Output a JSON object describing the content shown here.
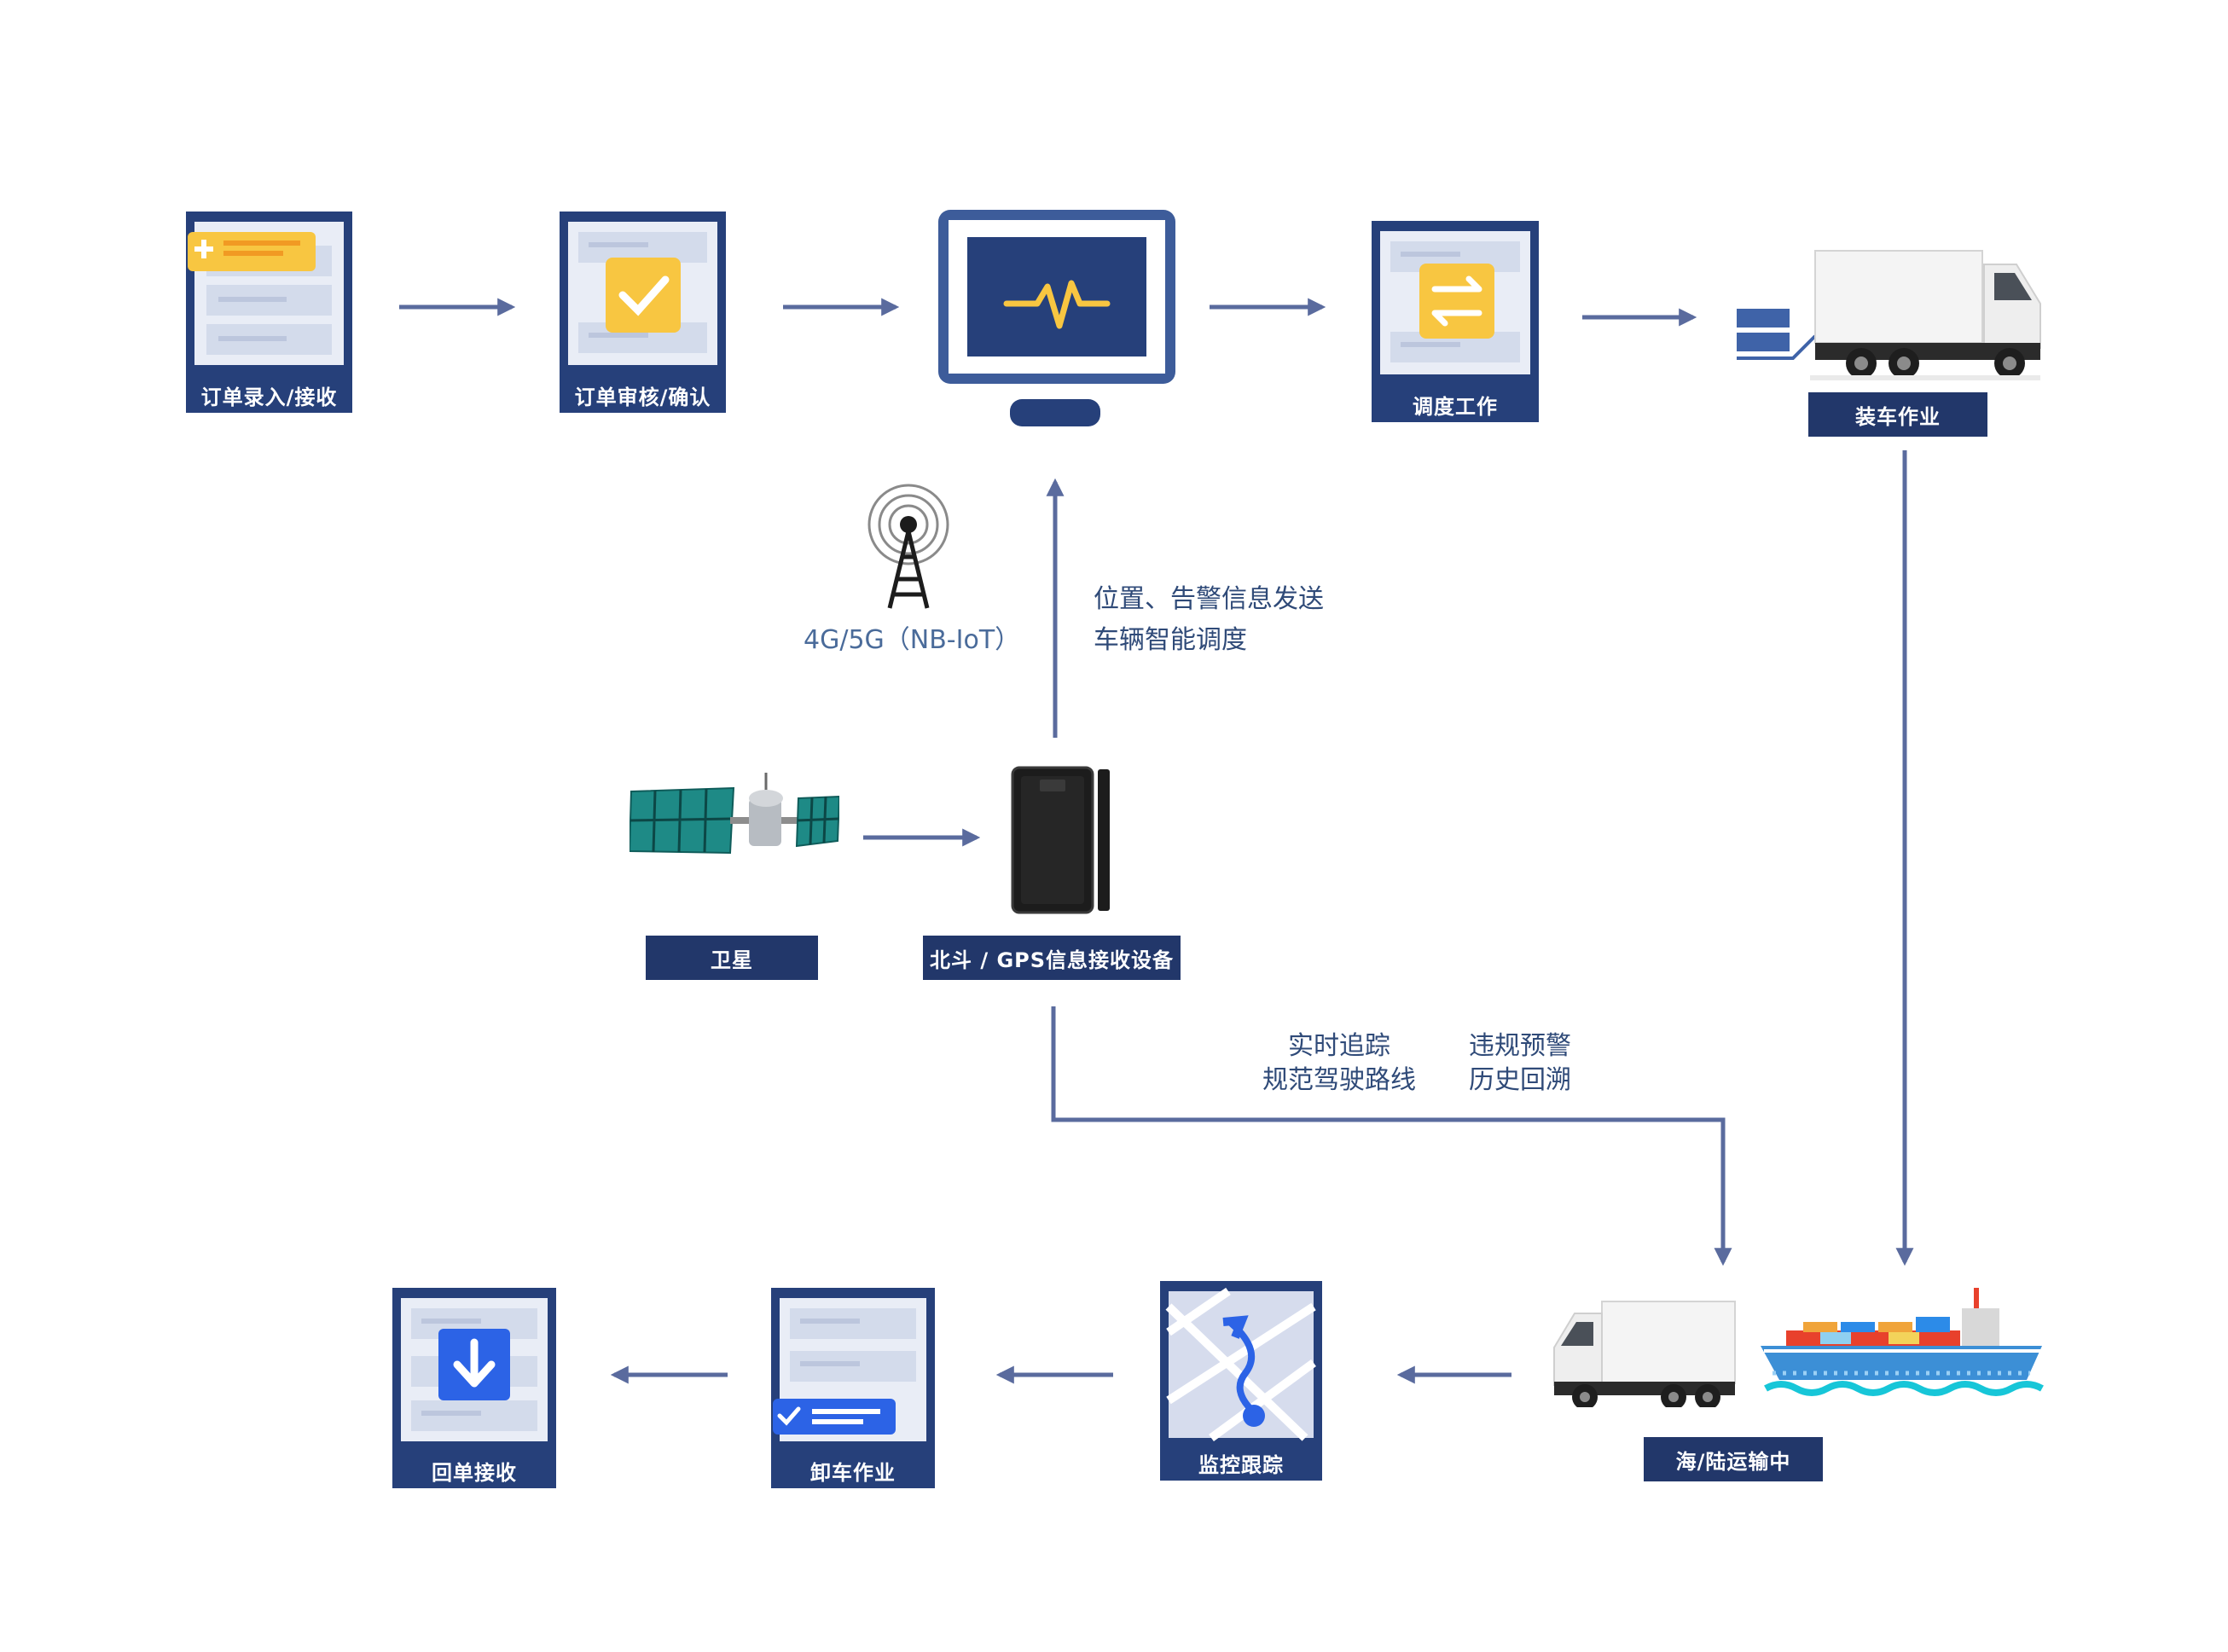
{
  "colors": {
    "arrow": "#5a6b9e",
    "card_frame": "#26407a",
    "label_bg": "#22376a",
    "accent_yellow": "#f8c641",
    "accent_blue": "#2c63e6",
    "monitor_frame": "#3d5c9a",
    "text": "#2f4a78"
  },
  "nodes": {
    "order_entry": {
      "label": "订单录入/接收",
      "icon": "add-doc-icon"
    },
    "order_review": {
      "label": "订单审核/确认",
      "icon": "check-doc-icon"
    },
    "platform": {
      "icon": "monitor-pulse-icon"
    },
    "dispatch": {
      "label": "调度工作",
      "icon": "swap-doc-icon"
    },
    "loading": {
      "label": "装车作业",
      "icon": "truck-icon"
    },
    "satellite": {
      "label": "卫星",
      "icon": "satellite-icon"
    },
    "receiver": {
      "label": "北斗 / GPS信息接收设备",
      "icon": "gps-device-icon"
    },
    "transit": {
      "label": "海/陆运输中",
      "icons": [
        "truck-icon",
        "cargo-ship-icon"
      ]
    },
    "monitoring": {
      "label": "监控跟踪",
      "icon": "route-map-icon"
    },
    "unloading": {
      "label": "卸车作业",
      "icon": "checked-doc-icon"
    },
    "receipt": {
      "label": "回单接收",
      "icon": "download-doc-icon"
    }
  },
  "network": {
    "label": "4G/5G（NB-IoT）",
    "icon": "signal-tower-icon"
  },
  "uplink_text": {
    "line1": "位置、告警信息发送",
    "line2": "车辆智能调度"
  },
  "tracking_text": {
    "col1": {
      "line1": "实时追踪",
      "line2": "规范驾驶路线"
    },
    "col2": {
      "line1": "违规预警",
      "line2": "历史回溯"
    }
  }
}
